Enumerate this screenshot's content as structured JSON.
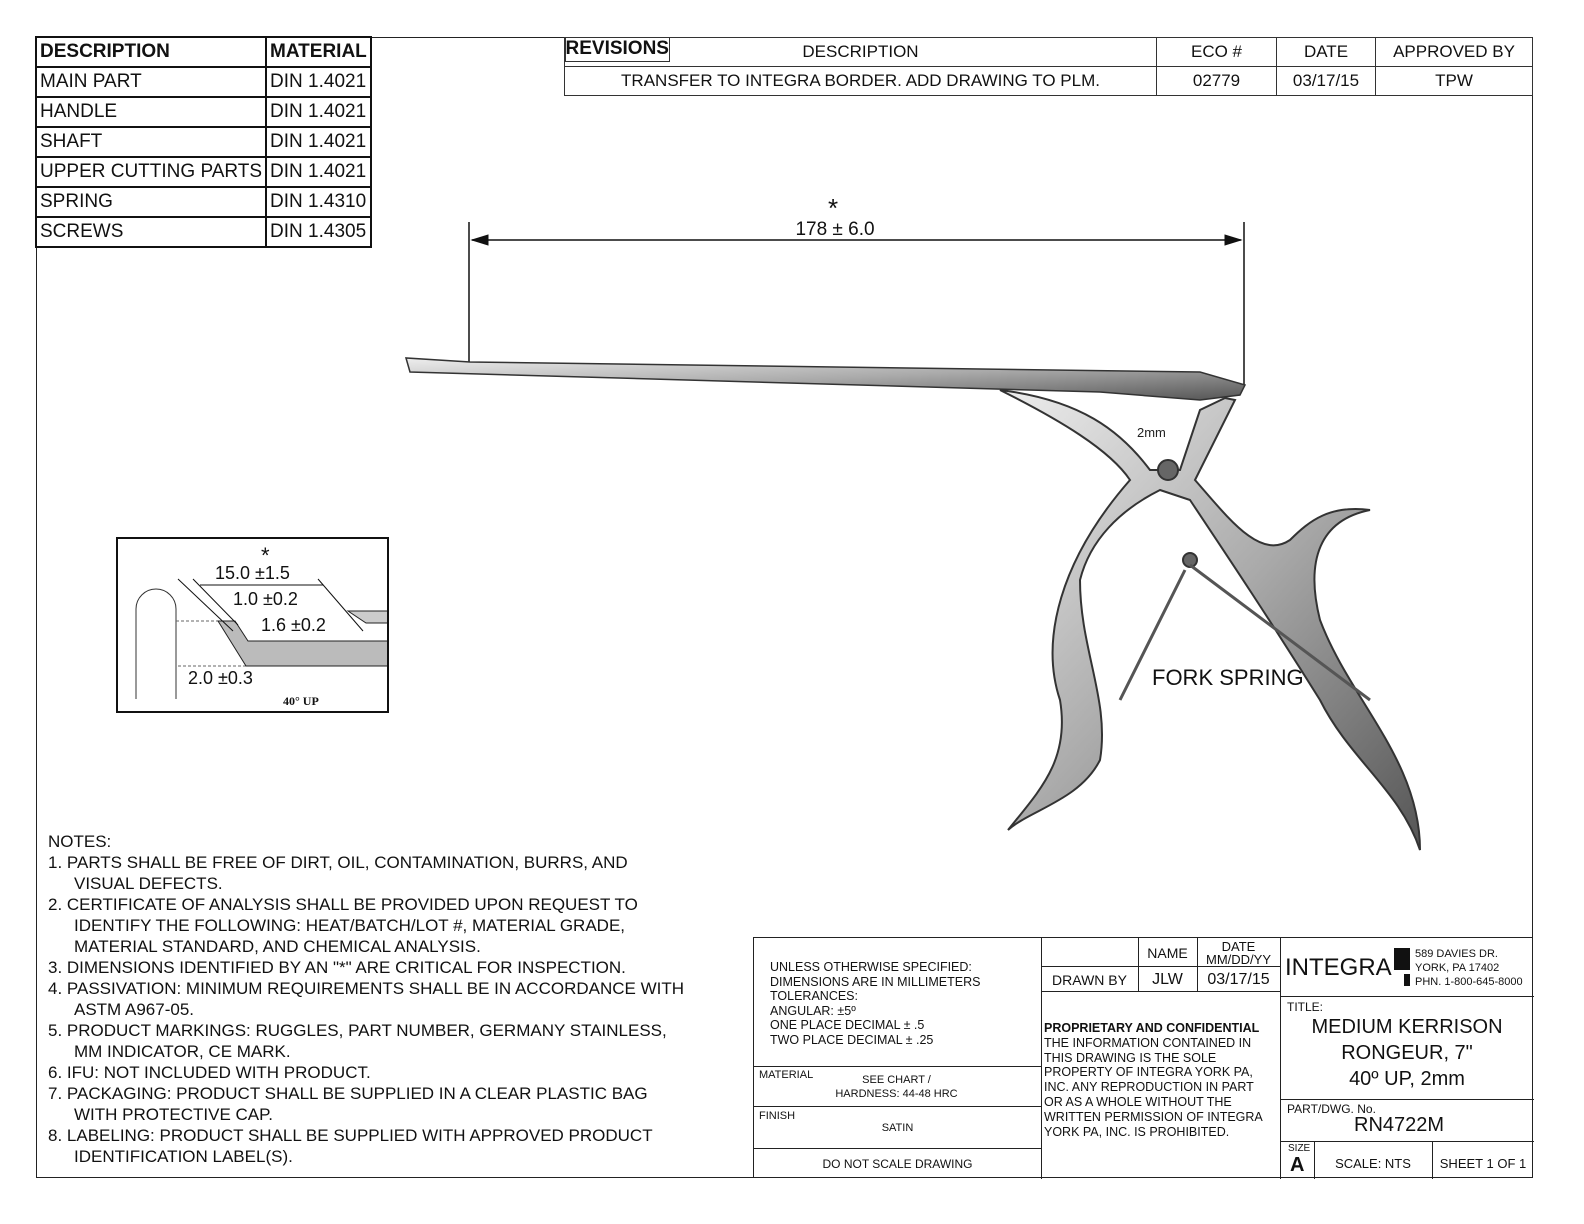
{
  "material_table": {
    "headers": [
      "DESCRIPTION",
      "MATERIAL"
    ],
    "rows": [
      [
        "MAIN PART",
        "DIN 1.4021"
      ],
      [
        "HANDLE",
        "DIN 1.4021"
      ],
      [
        "SHAFT",
        "DIN 1.4021"
      ],
      [
        "UPPER CUTTING PARTS",
        "DIN 1.4021"
      ],
      [
        "SPRING",
        "DIN 1.4310"
      ],
      [
        "SCREWS",
        "DIN 1.4305"
      ]
    ]
  },
  "revisions": {
    "title": "REVISIONS",
    "headers": [
      "DESCRIPTION",
      "ECO #",
      "DATE",
      "APPROVED BY"
    ],
    "rows": [
      [
        "TRANSFER TO INTEGRA BORDER. ADD DRAWING TO PLM.",
        "02779",
        "03/17/15",
        "TPW"
      ]
    ]
  },
  "drawing": {
    "critical_mark": "*",
    "overall_length": "178 ± 6.0",
    "size_marking": "2mm",
    "fork_spring_label": "FORK SPRING",
    "detail": {
      "dim1": "15.0 ±1.5",
      "dim2": "1.0 ±0.2",
      "dim3": "1.6 ±0.2",
      "dim4": "2.0 ±0.3",
      "angle_label": "40° UP"
    }
  },
  "notes": {
    "heading": "NOTES:",
    "items": [
      "1.  PARTS SHALL BE FREE OF DIRT, OIL, CONTAMINATION, BURRS, AND VISUAL DEFECTS.",
      "2.  CERTIFICATE OF ANALYSIS SHALL BE PROVIDED UPON REQUEST TO IDENTIFY THE FOLLOWING: HEAT/BATCH/LOT #, MATERIAL GRADE, MATERIAL STANDARD, AND CHEMICAL ANALYSIS.",
      "3.  DIMENSIONS IDENTIFIED BY AN \"*\" ARE CRITICAL FOR INSPECTION.",
      "4.  PASSIVATION: MINIMUM REQUIREMENTS SHALL BE IN ACCORDANCE WITH ASTM A967-05.",
      "5.  PRODUCT MARKINGS: RUGGLES, PART NUMBER, GERMANY STAINLESS, MM INDICATOR, CE MARK.",
      "6.  IFU: NOT INCLUDED WITH PRODUCT.",
      "7.  PACKAGING: PRODUCT SHALL BE SUPPLIED IN A CLEAR PLASTIC BAG WITH PROTECTIVE CAP.",
      "8.  LABELING: PRODUCT SHALL BE SUPPLIED WITH APPROVED PRODUCT IDENTIFICATION LABEL(S)."
    ]
  },
  "title_block": {
    "tolerances": [
      "UNLESS OTHERWISE SPECIFIED:",
      "DIMENSIONS ARE IN MILLIMETERS",
      "TOLERANCES:",
      "ANGULAR: ±5º",
      "ONE PLACE DECIMAL ± .5",
      "TWO PLACE DECIMAL ± .25"
    ],
    "material_label": "MATERIAL",
    "material_value_1": "SEE CHART /",
    "material_value_2": "HARDNESS: 44-48 HRC",
    "finish_label": "FINISH",
    "finish_value": "SATIN",
    "do_not_scale": "DO NOT SCALE DRAWING",
    "name_header": "NAME",
    "date_header_1": "DATE",
    "date_header_2": "MM/DD/YY",
    "drawn_by_label": "DRAWN BY",
    "drawn_by_name": "JLW",
    "drawn_by_date": "03/17/15",
    "proprietary_heading": "PROPRIETARY AND CONFIDENTIAL",
    "proprietary_text": [
      "THE INFORMATION CONTAINED IN",
      "THIS DRAWING IS THE SOLE",
      "PROPERTY OF INTEGRA YORK PA,",
      "INC.  ANY REPRODUCTION IN PART",
      "OR AS A WHOLE WITHOUT THE",
      "WRITTEN PERMISSION OF INTEGRA",
      "YORK PA, INC. IS PROHIBITED."
    ],
    "company_logo": "INTEGRA",
    "address": [
      "589 DAVIES DR.",
      "YORK, PA 17402",
      "PHN. 1-800-645-8000"
    ],
    "title_label": "TITLE:",
    "title": [
      "MEDIUM KERRISON",
      "RONGEUR, 7\"",
      "40º UP, 2mm"
    ],
    "part_label": "PART/DWG. No.",
    "part_number": "RN4722M",
    "size_label": "SIZE",
    "size_value": "A",
    "scale": "SCALE: NTS",
    "sheet": "SHEET 1 OF 1"
  }
}
